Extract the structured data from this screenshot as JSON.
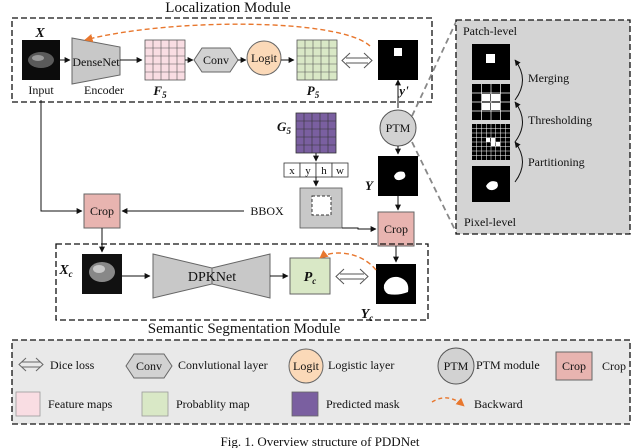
{
  "localization": {
    "title": "Localization Module",
    "input_symbol": "X",
    "input_label": "Input",
    "densenet_label": "DenseNet",
    "encoder_label": "Encoder",
    "f5_label": "F",
    "f5_sub": "5",
    "conv_label": "Conv",
    "logit_label": "Logit",
    "p5_label": "P",
    "p5_sub": "5",
    "y_prime_label": "y'"
  },
  "middle": {
    "g5_label": "G",
    "g5_sub": "5",
    "bbox_cells": [
      "x",
      "y",
      "h",
      "w"
    ],
    "ptm_label": "PTM",
    "y_label": "Y",
    "crop_left_label": "Crop",
    "crop_right_label": "Crop",
    "bbox_label": "BBOX"
  },
  "ptm_panel": {
    "top_label": "Patch-level",
    "bottom_label": "Pixel-level",
    "steps": [
      "Merging",
      "Thresholding",
      "Partitioning"
    ]
  },
  "segmentation": {
    "title": "Semantic Segmentation Module",
    "xc_label": "X",
    "xc_sub": "c",
    "dpknet_label": "DPKNet",
    "pc_label": "P",
    "pc_sub": "c",
    "yc_label": "Y",
    "yc_sub": "c"
  },
  "legend": {
    "dice": "Dice loss",
    "conv_symbol": "Conv",
    "conv": "Convlutional layer",
    "logit_symbol": "Logit",
    "logit": "Logistic layer",
    "ptm_symbol": "PTM",
    "ptm": "PTM module",
    "crop_symbol": "Crop",
    "crop": "Crop",
    "feature": "Feature maps",
    "prob": "Probablity map",
    "pred": "Predicted mask",
    "backward": "Backward"
  },
  "caption": "Fig. 1. Overview structure of PDDNet",
  "colors": {
    "feature": "#f9dde3",
    "prob": "#d9e8c6",
    "pred": "#7a5fa0",
    "crop": "#e8b4b0",
    "logit": "#fbd9b8",
    "gray": "#c8c8c8",
    "panel": "#d4d4d4",
    "backward": "#e8772e"
  }
}
